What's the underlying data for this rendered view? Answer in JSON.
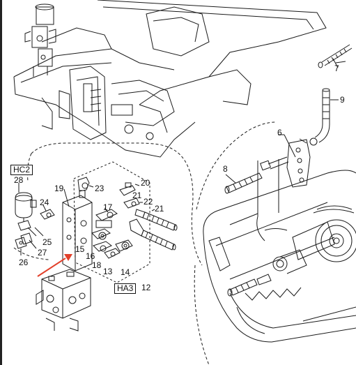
{
  "diagram": {
    "callouts": {
      "c7": "7",
      "c9": "9",
      "c6": "6",
      "c8": "8",
      "c28": "28",
      "c19": "19",
      "c23": "23",
      "c20": "20",
      "c21a": "21",
      "c22": "22",
      "c21b": "21",
      "c17": "17",
      "c24": "24",
      "c25": "25",
      "c27": "27",
      "c26": "26",
      "c15": "15",
      "c16": "16",
      "c18": "18",
      "c13": "13",
      "c14": "14",
      "c12": "12"
    },
    "boxed_labels": {
      "hc2": "HC2",
      "ha3": "HA3"
    },
    "colors": {
      "line": "#1a1a1a",
      "arrow": "#e2402a"
    }
  }
}
